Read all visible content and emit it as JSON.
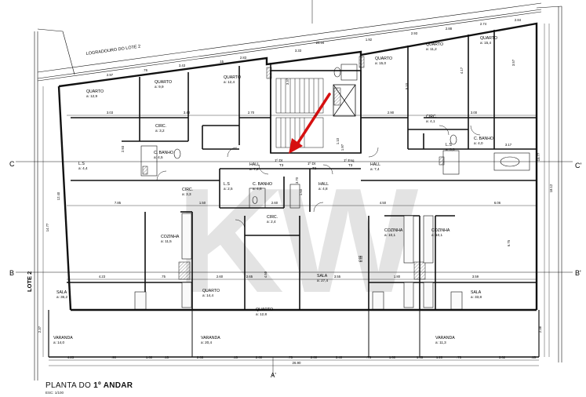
{
  "drawing": {
    "title_prefix": "PLANTA DO ",
    "title_bold": "1º ANDAR",
    "scale": "ESC: 1/100",
    "watermark": "KW"
  },
  "street": {
    "label": "LOGRADOURO DO LOTE 2",
    "lot_label": "LOTE 2"
  },
  "sections": {
    "c_left": "C",
    "c_right": "C'",
    "b_left": "B",
    "b_right": "B'",
    "a_bottom": "A'"
  },
  "rooms": [
    {
      "name": "QUARTO",
      "area": "a: 12,9"
    },
    {
      "name": "QUARTO",
      "area": "a: 9,9"
    },
    {
      "name": "QUARTO",
      "area": "a: 12,4"
    },
    {
      "name": "QUARTO",
      "area": "a: 15,0"
    },
    {
      "name": "QUARTO",
      "area": "a: 11,2"
    },
    {
      "name": "QUARTO",
      "area": "a: 15,4"
    },
    {
      "name": "CIRC.",
      "area": "a: 3,2"
    },
    {
      "name": "C. BANHO",
      "area": "a: 4,5"
    },
    {
      "name": "L.S",
      "area": "a: 4,4"
    },
    {
      "name": "CIRC.",
      "area": "a: 4,1"
    },
    {
      "name": "L.S",
      "area": "a: 3,0"
    },
    {
      "name": "C. BANHO",
      "area": "a: 4,0"
    },
    {
      "name": "HALL",
      "area": "a: 7,2"
    },
    {
      "name": "HALL",
      "area": "a: 7,4"
    },
    {
      "name": "CIRC.",
      "area": "a: 3,3"
    },
    {
      "name": "L.S",
      "area": "a: 2,5"
    },
    {
      "name": "C. BANHO",
      "area": "a: 4,8"
    },
    {
      "name": "HALL",
      "area": "a: 4,8"
    },
    {
      "name": "CIRC.",
      "area": "a: 2,4"
    },
    {
      "name": "COZINHA",
      "area": "a: 11,5"
    },
    {
      "name": "COZINHA",
      "area": "a: 10,1"
    },
    {
      "name": "COZINHA",
      "area": "a: 10,1"
    },
    {
      "name": "SALA",
      "area": "a: 36,2"
    },
    {
      "name": "QUARTO",
      "area": "a: 14,4"
    },
    {
      "name": "QUARTO",
      "area": "a: 12,8"
    },
    {
      "name": "SALA",
      "area": "a: 27,4"
    },
    {
      "name": "SALA",
      "area": "a: 33,8"
    },
    {
      "name": "VARANDA",
      "area": "a: 14,0"
    },
    {
      "name": "VARANDA",
      "area": "a: 20,4"
    },
    {
      "name": "VARANDA",
      "area": "a: 11,3"
    }
  ],
  "doors": [
    {
      "label": "1º Dt",
      "code": "T3"
    },
    {
      "label": "1º Dt",
      "code": "T2"
    },
    {
      "label": "1º Esq",
      "code": "T3"
    }
  ],
  "dims": {
    "top_chain": [
      "2.97",
      ".76",
      "3.43",
      ".15",
      "2.83",
      "3.33",
      "25.04",
      "1.92",
      "2.93",
      "2.88",
      "2.74",
      "2.84"
    ],
    "bottom_chain": [
      "4.23",
      ".90",
      "1.60",
      ".15",
      "2.65",
      ".15",
      "2.60",
      ".75",
      "2.60",
      "3.40",
      ".75",
      "1.60",
      "1.45",
      "1.20",
      ".75",
      "3.62",
      ".15"
    ],
    "bottom_total": "26.90",
    "left_chain": [
      "14.77",
      "12.40",
      "2.37"
    ],
    "right_chain": [
      "15.77",
      "18.12",
      "2.38"
    ],
    "row1": [
      "3.03",
      "3.40",
      "2.70",
      "2.90",
      "3.00",
      "3.17"
    ],
    "row2": [
      "7.85",
      "1.50",
      "2.60",
      "4.50",
      "6.06"
    ],
    "row3": [
      "4.23",
      ".75",
      "2.60",
      "2.65",
      "3.55",
      "1.80",
      "3.59"
    ],
    "vert": [
      "3.37",
      "5.10",
      "4.17",
      "3.57",
      "2.93",
      "4.50",
      "5.40",
      "6.75",
      "3.70",
      "1.60",
      "1.10",
      "1.97",
      "4.60"
    ]
  }
}
